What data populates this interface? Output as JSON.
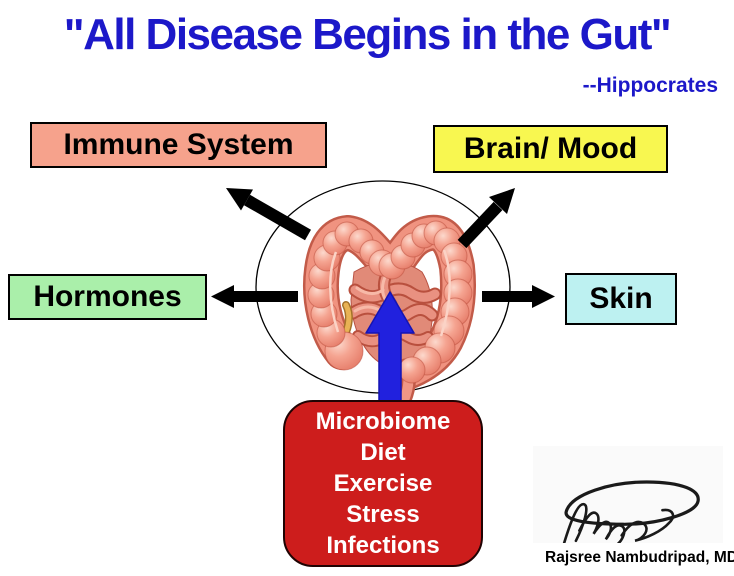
{
  "slide": {
    "title": "\"All Disease Begins in the Gut\"",
    "attribution": "--Hippocrates",
    "nodes": {
      "immune": {
        "label": "Immune System",
        "bg": "#F6A28C"
      },
      "brain": {
        "label": "Brain/ Mood",
        "bg": "#F8F750"
      },
      "hormones": {
        "label": "Hormones",
        "bg": "#AAEFAA"
      },
      "skin": {
        "label": "Skin",
        "bg": "#BDF1F1"
      }
    },
    "center": {
      "illustration": "large-and-small-intestines",
      "enclosure": "thin-black-circle"
    },
    "influences": {
      "lines": [
        "Microbiome",
        "Diet",
        "Exercise",
        "Stress",
        "Infections"
      ],
      "bg": "#CD1D1C",
      "text_color": "#FFFFFF"
    },
    "signature": {
      "name": "Rajsree Nambudripad, MD"
    },
    "colors": {
      "title_blue": "#1C18C9",
      "arrow_black": "#000000",
      "arrow_blue": "#2121DE"
    }
  }
}
